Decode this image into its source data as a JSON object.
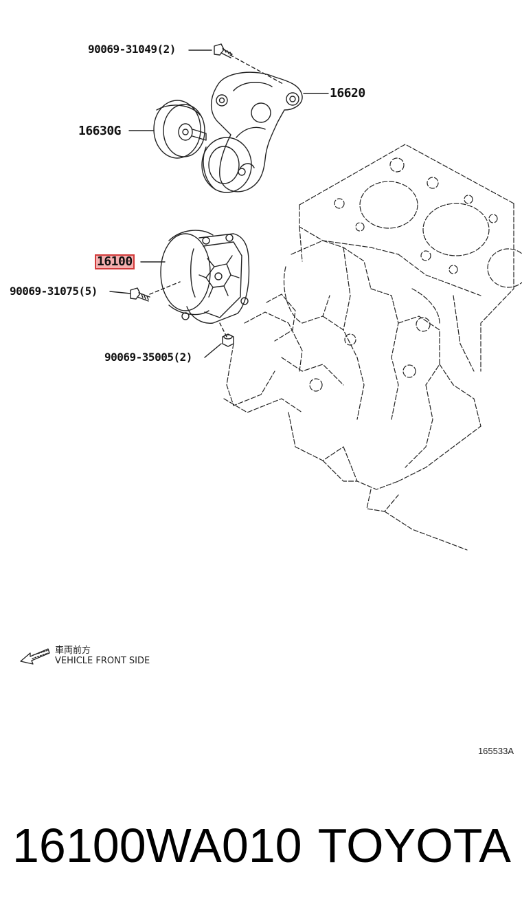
{
  "callouts": {
    "bolt_top": "90069-31049(2)",
    "tensioner": "16620",
    "idler_pulley": "16630G",
    "water_pump": "16100",
    "bolt_pump": "90069-31075(5)",
    "nut_pump": "90069-35005(2)"
  },
  "direction": {
    "label_jp": "車両前方",
    "label_en": "VEHICLE FRONT SIDE",
    "icon": "arrow-left-down-icon"
  },
  "illustration_code": "165533A",
  "footer": {
    "part_number": "16100WA010",
    "brand": "TOYOTA"
  },
  "colors": {
    "highlight_border": "#d23a3a",
    "highlight_fill": "#f4b0b0",
    "line": "#222222"
  }
}
